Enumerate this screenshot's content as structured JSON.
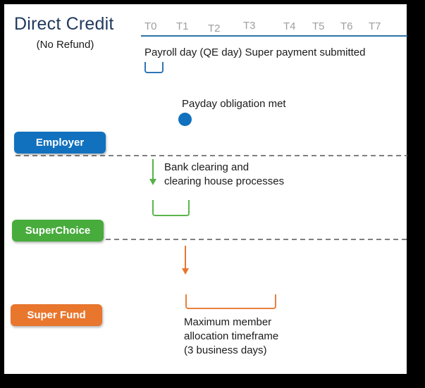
{
  "title": {
    "main": "Direct Credit",
    "subtitle": "(No Refund)"
  },
  "timeline": {
    "ticks": [
      "T0",
      "T1",
      "T2",
      "T3",
      "T4",
      "T5",
      "T6",
      "T7"
    ],
    "line_color": "#2E74A6",
    "tick_color": "#9E9E9E"
  },
  "events": {
    "payroll_submitted": {
      "text": "Payroll day (QE day) Super payment submitted"
    },
    "payday_obligation": {
      "text": "Payday obligation met"
    },
    "bank_clearing": {
      "line1": "Bank clearing and",
      "line2": "clearing house processes"
    },
    "member_allocation": {
      "line1": "Maximum member",
      "line2": "allocation timeframe",
      "line3": "(3 business days)"
    }
  },
  "lanes": [
    {
      "label": "Employer",
      "color": "#1171BE"
    },
    {
      "label": "SuperChoice",
      "color": "#47AC3C"
    },
    {
      "label": "Super Fund",
      "color": "#E8762D"
    }
  ],
  "colors": {
    "title": "#1F3A5E",
    "blue_marker": "#2E75B6",
    "green_marker": "#5CB64C",
    "orange_marker": "#E97F3D",
    "dashed_line": "#7F7F7F",
    "frame_border": "#000000"
  }
}
